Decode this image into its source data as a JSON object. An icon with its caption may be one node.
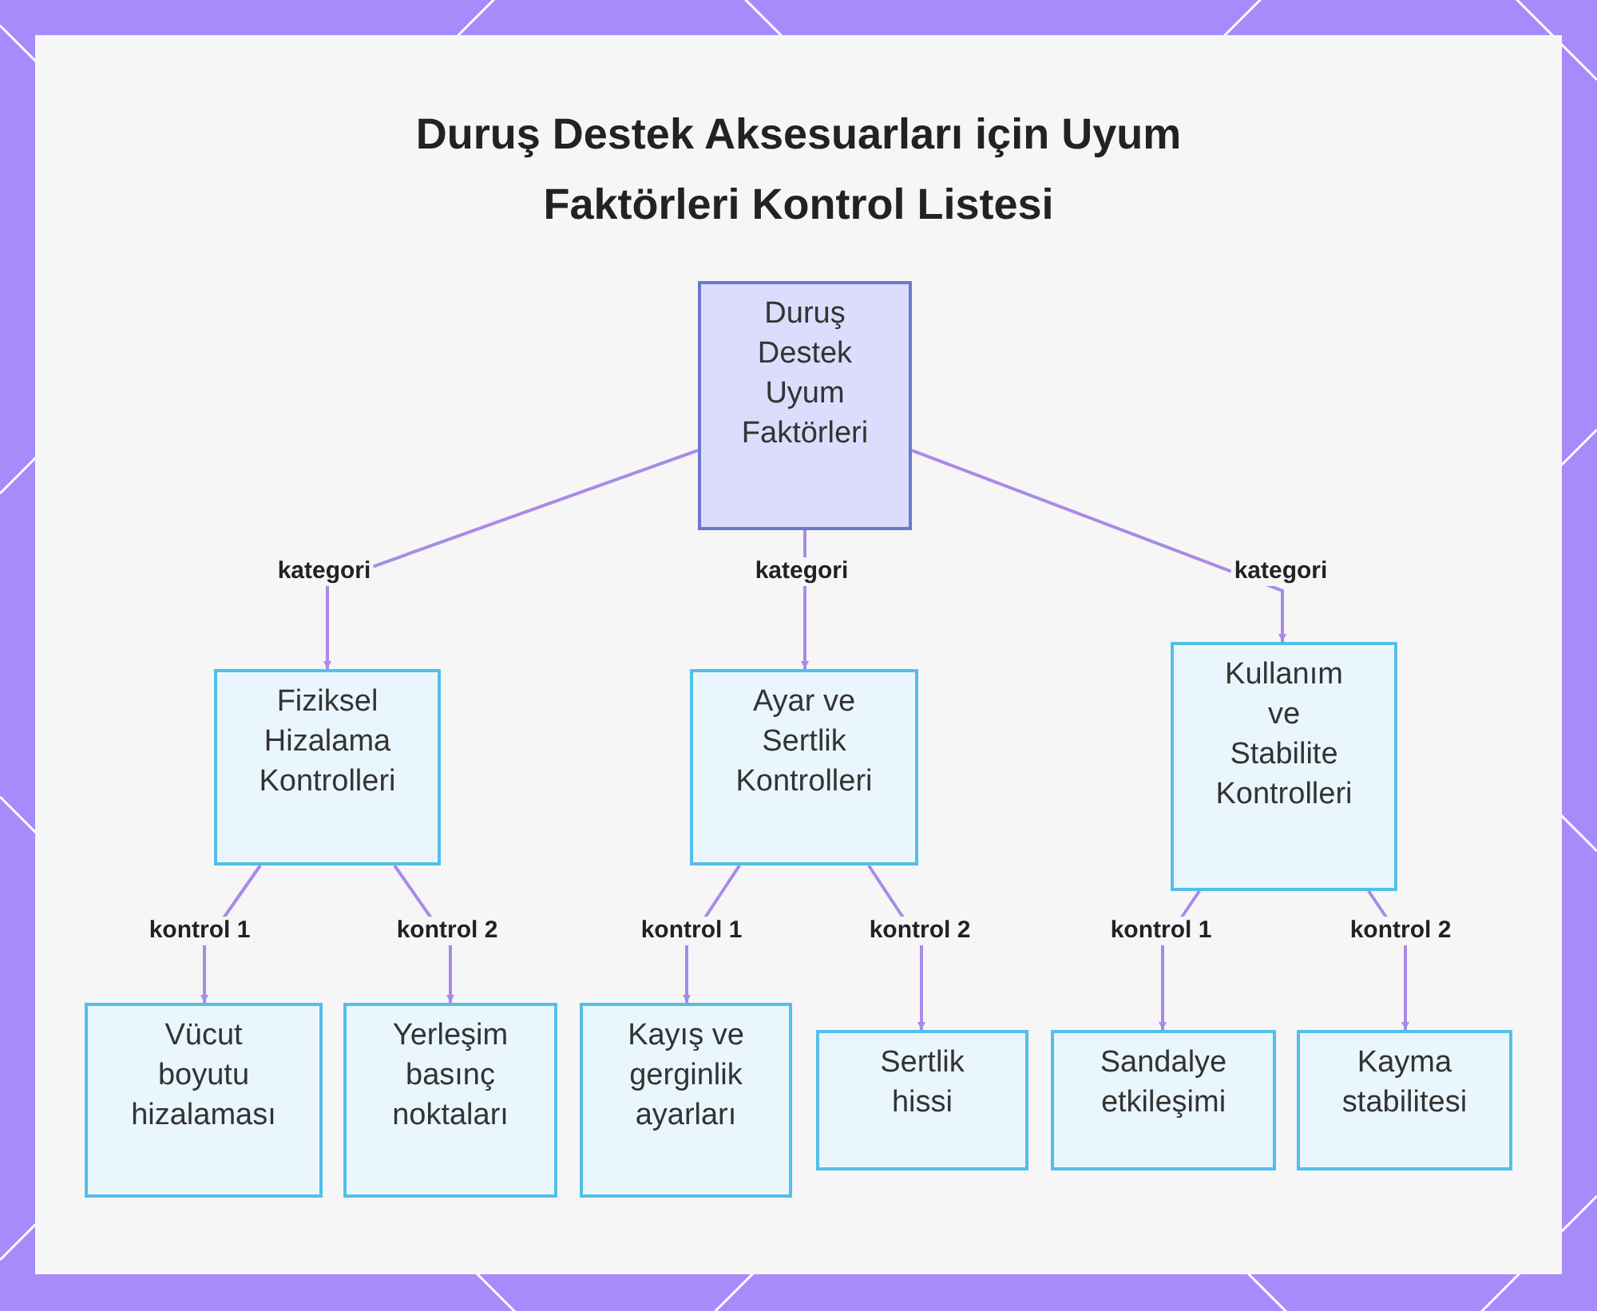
{
  "diagram": {
    "title": "Duruş Destek Aksesuarları için Uyum Faktörleri Kontrol Listesi",
    "nodes": [
      {
        "text": [
          "Duruş Destek Uyum Faktörleri"
        ]
      },
      {
        "text": [
          "Fiziksel Hizalama Kontrolleri"
        ]
      },
      {
        "text": [
          "Ayar ve Sertlik Kontrolleri"
        ]
      },
      {
        "text": [
          "Kullanım ve Stabilite Kontrolleri"
        ]
      },
      {
        "text": [
          "Vücut boyutu hizalaması"
        ]
      },
      {
        "text": [
          "Yerleşim basınç noktaları"
        ]
      },
      {
        "text": [
          "Kayış ve gerginlik ayarları"
        ]
      },
      {
        "text": [
          "Sertlik hissi"
        ]
      },
      {
        "text": [
          "Sandalye etkileşimi"
        ]
      },
      {
        "text": [
          "Kayma stabilitesi"
        ]
      }
    ],
    "edges": [
      {
        "from": 0,
        "to": 1,
        "arrow": "to",
        "label": "kategori"
      },
      {
        "from": 0,
        "to": 2,
        "arrow": "to",
        "label": "kategori"
      },
      {
        "from": 0,
        "to": 3,
        "arrow": "to",
        "label": "kategori"
      },
      {
        "from": 1,
        "to": 4,
        "arrow": "to",
        "label": "kontrol 1"
      },
      {
        "from": 1,
        "to": 5,
        "arrow": "to",
        "label": "kontrol 2"
      },
      {
        "from": 2,
        "to": 6,
        "arrow": "to",
        "label": "kontrol 1"
      },
      {
        "from": 2,
        "to": 7,
        "arrow": "to",
        "label": "kontrol 2"
      },
      {
        "from": 3,
        "to": 8,
        "arrow": "to",
        "label": "kontrol 1"
      },
      {
        "from": 3,
        "to": 9,
        "arrow": "to",
        "label": "kontrol 2"
      }
    ]
  }
}
